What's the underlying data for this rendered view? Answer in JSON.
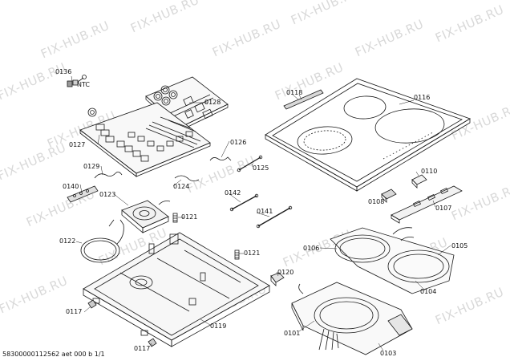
{
  "watermark": "FIX-HUB.RU",
  "footer": "58300000112562 aet 000 b 1/1",
  "parts": {
    "p0136": "0136",
    "ntc": "NTC",
    "p0128": "0128",
    "p0127": "0127",
    "p0126": "0126",
    "p0129": "0129",
    "p0125": "0125",
    "p0124": "0124",
    "p0140": "0140",
    "p0123": "0123",
    "p0142": "0142",
    "p0121a": "0121",
    "p0141": "0141",
    "p0122": "0122",
    "p0121b": "0121",
    "p0120": "0120",
    "p0117a": "0117",
    "p0117b": "0117",
    "p0119": "0119",
    "p0118": "0118",
    "p0116": "0116",
    "p0110": "0110",
    "p0108": "0108",
    "p0107": "0107",
    "p0106": "0106",
    "p0105": "0105",
    "p0104": "0104",
    "p0101": "0101",
    "p0103": "0103"
  },
  "colors": {
    "line": "#1a1a1a",
    "watermark": "#d9d9d9",
    "panel": "#f4f4f4"
  }
}
